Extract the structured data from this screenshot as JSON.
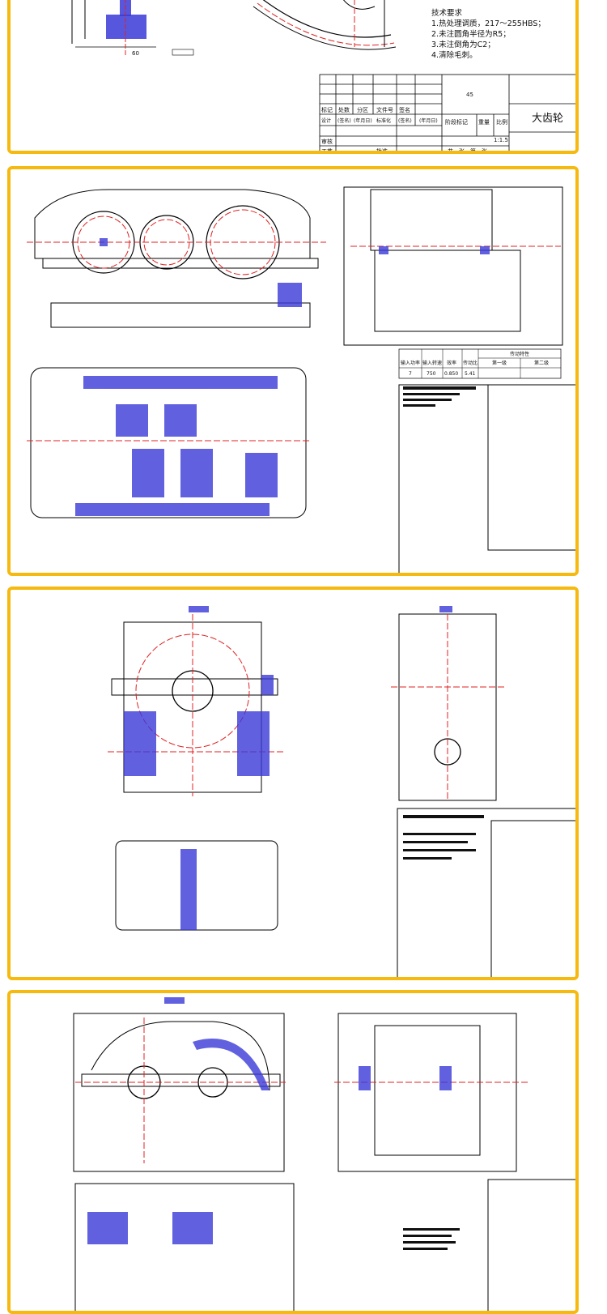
{
  "colors": {
    "frame": "#f6b90f",
    "section": "#3a3ad8",
    "center_line": "#e02020",
    "outline": "#000000"
  },
  "panel1": {
    "tech_requirements": {
      "title": "技术要求",
      "items": [
        "1.热处理调质，217～255HBS；",
        "2.未注圆角半径为R5；",
        "3.未注倒角为C2；",
        "4.清除毛刺。"
      ]
    },
    "dimension": "60",
    "title_block": {
      "material": "45",
      "part_name": "大齿轮",
      "scale": "1:1.5",
      "row_labels": [
        "标记",
        "处数",
        "分区",
        "文件号",
        "签名"
      ],
      "design_row": [
        "设计",
        "(签名)",
        "(年月日)",
        "标准化",
        "(签名)",
        "(年月日)"
      ],
      "stage_labels": [
        "阶段标记",
        "重量",
        "比例"
      ],
      "review": "审核",
      "process": "工艺",
      "approve": "批准",
      "sheets": "共　张　第　张"
    }
  },
  "panel2": {
    "spec_table": {
      "headers": [
        "输入功率",
        "输入转速",
        "效率",
        "传动比",
        "传动特性"
      ],
      "stages": [
        "第一级",
        "第二级"
      ],
      "values": [
        "7",
        "750",
        "0.850",
        "5.41"
      ]
    }
  }
}
